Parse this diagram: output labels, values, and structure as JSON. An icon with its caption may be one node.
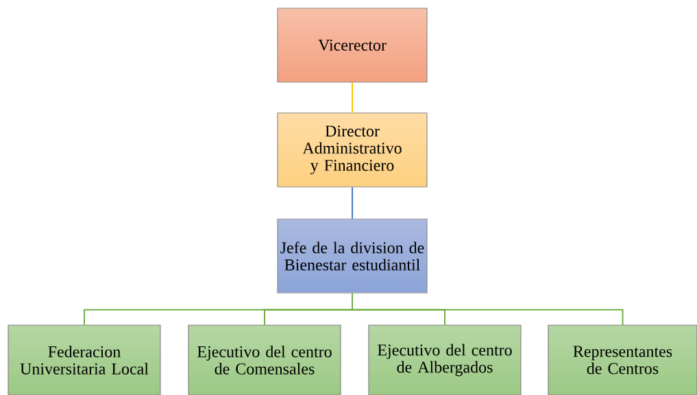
{
  "diagram": {
    "nodes": [
      {
        "text": [
          "Vicerector"
        ]
      },
      {
        "text": [
          "Director Administrativo y Financiero"
        ]
      },
      {
        "text": [
          "Jefe de la division de Bienestar estudiantil"
        ]
      },
      {
        "text": [
          "Federacion Universitaria Local"
        ]
      },
      {
        "text": [
          "Ejecutivo del centro de Comensales"
        ]
      },
      {
        "text": [
          "Ejecutivo del centro de Albergados"
        ]
      },
      {
        "text": [
          "Representantes de Centros"
        ]
      }
    ],
    "edges": [
      {
        "from": 0,
        "to": 1,
        "arrow": "none",
        "color": "#ffc000"
      },
      {
        "from": 1,
        "to": 2,
        "arrow": "none",
        "color": "#4472c4"
      },
      {
        "from": 2,
        "to": 3,
        "arrow": "none"
      },
      {
        "from": 2,
        "to": 4,
        "arrow": "none"
      },
      {
        "from": 2,
        "to": 5,
        "arrow": "none"
      },
      {
        "from": 2,
        "to": 6,
        "arrow": "none"
      }
    ]
  }
}
